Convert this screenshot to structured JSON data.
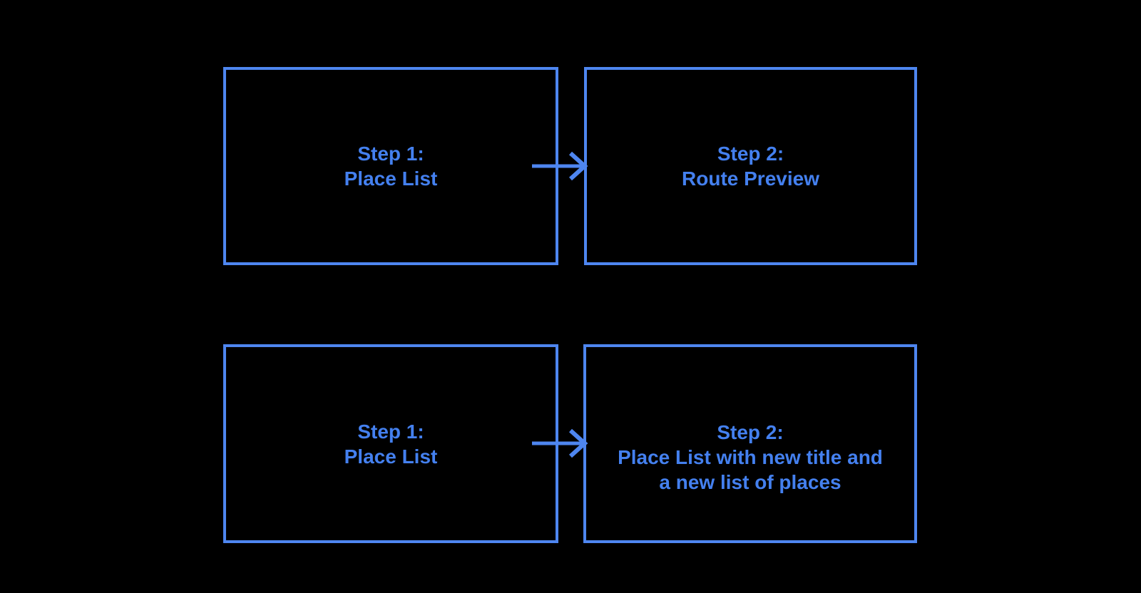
{
  "colors": {
    "background": "#000000",
    "accent": "#4e86f0",
    "text": "#4480ef"
  },
  "boxes": {
    "top_left": {
      "lines": [
        "Step 1:",
        "Place List"
      ]
    },
    "top_right": {
      "lines": [
        "Step 2:",
        "Route Preview"
      ]
    },
    "bottom_left": {
      "lines": [
        "Step 1:",
        "Place List"
      ]
    },
    "bottom_right": {
      "lines": [
        "Step 2:",
        "Place List with new title and",
        "a new list of places"
      ]
    }
  }
}
